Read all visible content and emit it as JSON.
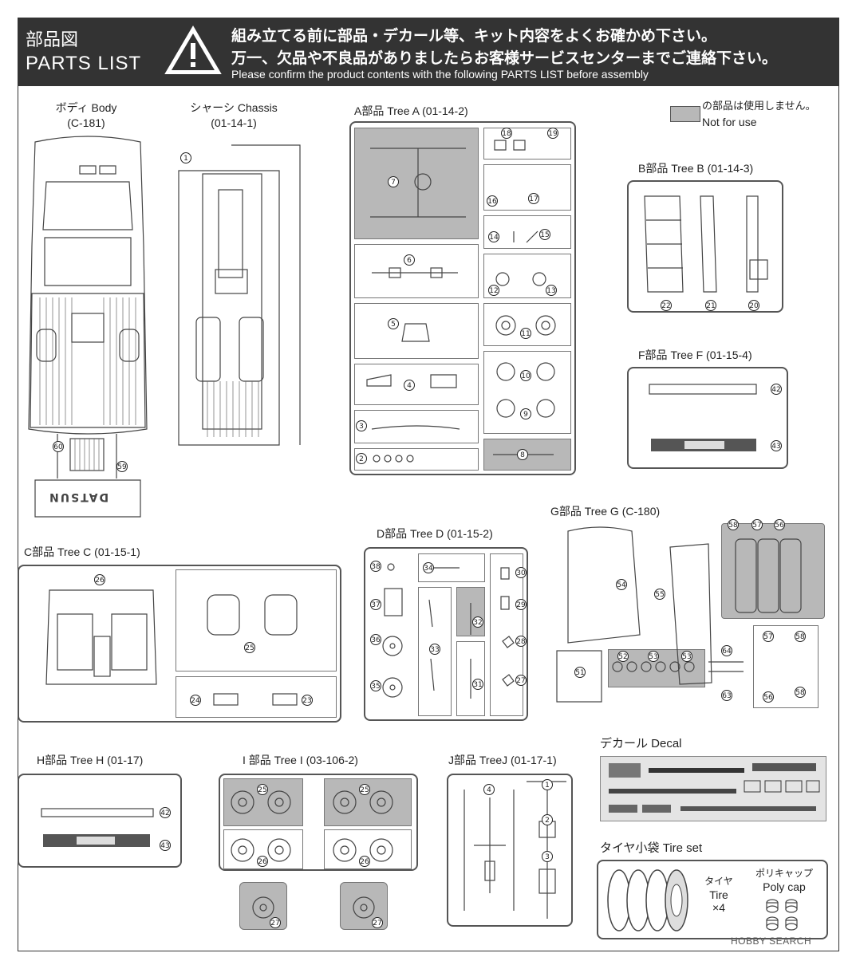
{
  "header": {
    "title_jp": "部品図",
    "title_en": "PARTS LIST",
    "warning_jp_1": "組み立てる前に部品・デカール等、キット内容をよくお確かめ下さい。",
    "warning_jp_2": "万一、欠品や不良品がありましたらお客様サービスセンターまでご連絡下さい。",
    "warning_en": "Please confirm the product contents with the following PARTS LIST before assembly"
  },
  "legend": {
    "jp": "の部品は使用しません。",
    "en": "Not for use",
    "swatch_color": "#b8b8b8"
  },
  "body": {
    "label": "ボディ Body",
    "code": "(C-181)",
    "logo_text": "DATSUN",
    "parts": [
      "60",
      "59"
    ]
  },
  "chassis": {
    "label": "シャーシ Chassis",
    "code": "(01-14-1)",
    "parts": [
      "1"
    ]
  },
  "tree_a": {
    "label": "A部品 Tree A (01-14-2)",
    "parts": [
      "18",
      "19",
      "7",
      "16",
      "17",
      "14",
      "15",
      "6",
      "12",
      "13",
      "5",
      "11",
      "4",
      "10",
      "9",
      "3",
      "2",
      "8"
    ]
  },
  "tree_b": {
    "label": "B部品 Tree B (01-14-3)",
    "parts": [
      "22",
      "21",
      "20"
    ]
  },
  "tree_f": {
    "label": "F部品 Tree F (01-15-4)",
    "parts": [
      "42",
      "43"
    ]
  },
  "tree_g": {
    "label": "G部品 Tree G (C-180)",
    "parts": [
      "58",
      "57",
      "56",
      "54",
      "55",
      "57",
      "58",
      "52",
      "53",
      "53",
      "64",
      "51",
      "56",
      "58",
      "63"
    ]
  },
  "tree_c": {
    "label": "C部品 Tree C (01-15-1)",
    "parts": [
      "26",
      "25",
      "24",
      "23"
    ]
  },
  "tree_d": {
    "label": "D部品 Tree D (01-15-2)",
    "parts": [
      "38",
      "34",
      "30",
      "37",
      "29",
      "32",
      "36",
      "33",
      "28",
      "35",
      "31",
      "27"
    ]
  },
  "tree_h": {
    "label": "H部品 Tree H (01-17)",
    "parts": [
      "42",
      "43"
    ]
  },
  "tree_i": {
    "label": "I 部品 Tree I (03-106-2)",
    "parts": [
      "25",
      "26",
      "27",
      "25",
      "26",
      "27"
    ]
  },
  "tree_j": {
    "label": "J部品 TreeJ (01-17-1)",
    "parts": [
      "4",
      "1",
      "2",
      "3"
    ]
  },
  "decal": {
    "label": "デカール Decal"
  },
  "tire_set": {
    "label": "タイヤ小袋 Tire set",
    "tire_jp": "タイヤ",
    "tire_en": "Tire",
    "tire_qty": "×4",
    "polycap_jp": "ポリキャップ",
    "polycap_en": "Poly cap"
  },
  "watermark": "HOBBY SEARCH"
}
